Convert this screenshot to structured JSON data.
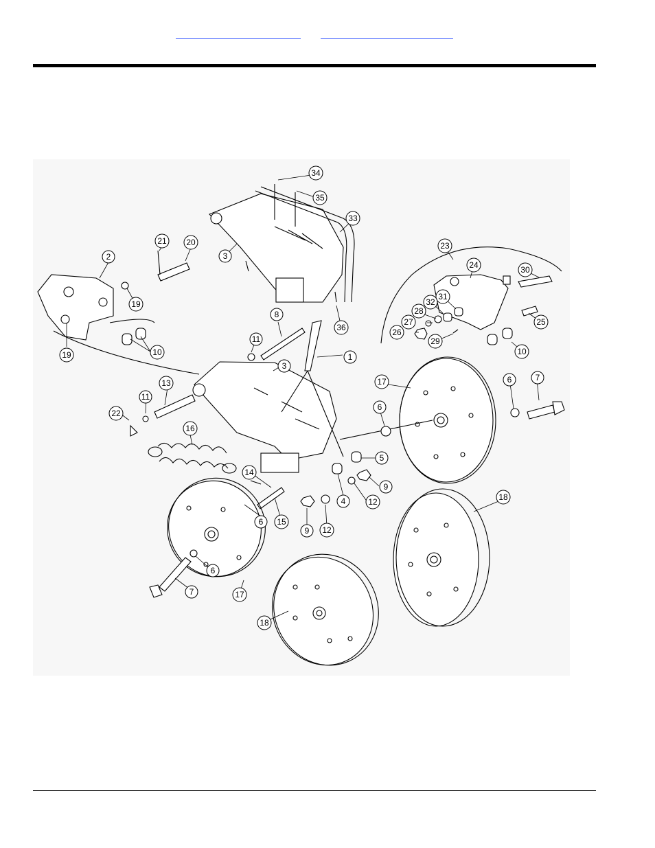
{
  "header": {
    "link_1": "",
    "link_2": ""
  },
  "callouts": [
    {
      "id": "c1",
      "label": "1"
    },
    {
      "id": "c2",
      "label": "2"
    },
    {
      "id": "c3a",
      "label": "3"
    },
    {
      "id": "c3b",
      "label": "3"
    },
    {
      "id": "c4",
      "label": "4"
    },
    {
      "id": "c5",
      "label": "5"
    },
    {
      "id": "c6a",
      "label": "6"
    },
    {
      "id": "c6b",
      "label": "6"
    },
    {
      "id": "c6c",
      "label": "6"
    },
    {
      "id": "c6d",
      "label": "6"
    },
    {
      "id": "c7a",
      "label": "7"
    },
    {
      "id": "c7b",
      "label": "7"
    },
    {
      "id": "c8",
      "label": "8"
    },
    {
      "id": "c9a",
      "label": "9"
    },
    {
      "id": "c9b",
      "label": "9"
    },
    {
      "id": "c10a",
      "label": "10"
    },
    {
      "id": "c10b",
      "label": "10"
    },
    {
      "id": "c11a",
      "label": "11"
    },
    {
      "id": "c11b",
      "label": "11"
    },
    {
      "id": "c12a",
      "label": "12"
    },
    {
      "id": "c12b",
      "label": "12"
    },
    {
      "id": "c13",
      "label": "13"
    },
    {
      "id": "c14",
      "label": "14"
    },
    {
      "id": "c15",
      "label": "15"
    },
    {
      "id": "c16",
      "label": "16"
    },
    {
      "id": "c17a",
      "label": "17"
    },
    {
      "id": "c17b",
      "label": "17"
    },
    {
      "id": "c18a",
      "label": "18"
    },
    {
      "id": "c18b",
      "label": "18"
    },
    {
      "id": "c19a",
      "label": "19"
    },
    {
      "id": "c19b",
      "label": "19"
    },
    {
      "id": "c20",
      "label": "20"
    },
    {
      "id": "c21",
      "label": "21"
    },
    {
      "id": "c22",
      "label": "22"
    },
    {
      "id": "c23",
      "label": "23"
    },
    {
      "id": "c24",
      "label": "24"
    },
    {
      "id": "c25",
      "label": "25"
    },
    {
      "id": "c26",
      "label": "26"
    },
    {
      "id": "c27",
      "label": "27"
    },
    {
      "id": "c28",
      "label": "28"
    },
    {
      "id": "c29",
      "label": "29"
    },
    {
      "id": "c30",
      "label": "30"
    },
    {
      "id": "c31",
      "label": "31"
    },
    {
      "id": "c32",
      "label": "32"
    },
    {
      "id": "c33",
      "label": "33"
    },
    {
      "id": "c34",
      "label": "34"
    },
    {
      "id": "c35",
      "label": "35"
    },
    {
      "id": "c36",
      "label": "36"
    }
  ]
}
